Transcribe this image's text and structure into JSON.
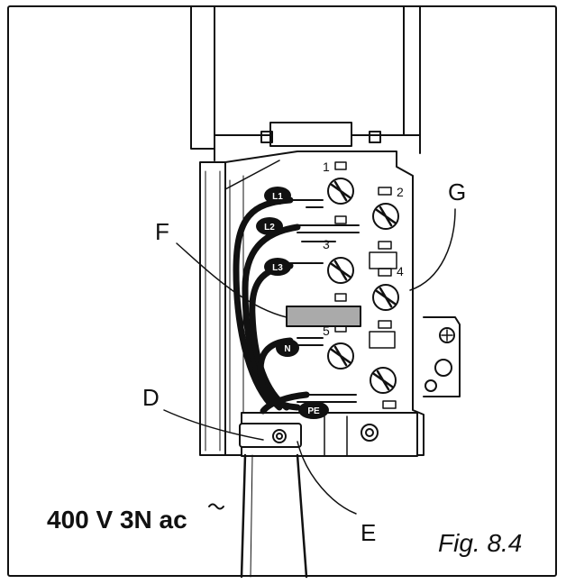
{
  "callouts": {
    "D": "D",
    "E": "E",
    "F": "F",
    "G": "G"
  },
  "terminal_numbers": [
    "1",
    "2",
    "3",
    "4",
    "5"
  ],
  "wire_labels": {
    "L1": "L1",
    "L2": "L2",
    "L3": "L3",
    "N": "N",
    "PE": "PE"
  },
  "voltage_label": "400 V  3N ac",
  "figure_caption": "Fig. 8.4"
}
